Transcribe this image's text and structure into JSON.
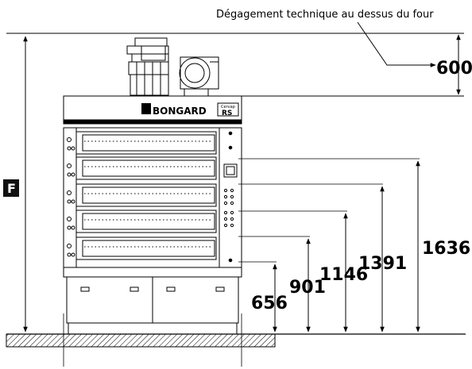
{
  "note": {
    "text": "Dégagement technique au dessus du four"
  },
  "clearance": {
    "value": "600"
  },
  "label_f": {
    "text": "F"
  },
  "brand": {
    "name": "BONGARD",
    "model_top": "Cervap",
    "model_main": "RS"
  },
  "deck_heights": [
    "656",
    "901",
    "1146",
    "1391",
    "1636"
  ],
  "colors": {
    "ink": "#000000",
    "paper": "#ffffff",
    "label_bg": "#111111"
  }
}
